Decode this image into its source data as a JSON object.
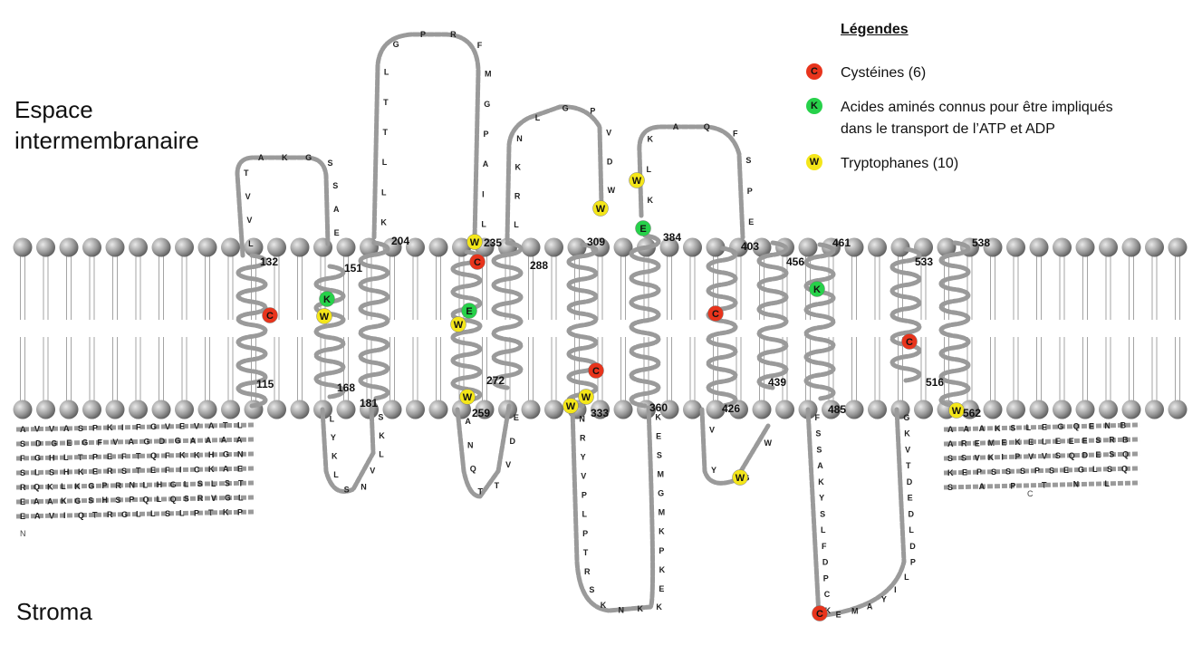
{
  "regions": {
    "top": [
      "Espace",
      "intermembranaire"
    ],
    "bottom": "Stroma"
  },
  "legend": {
    "title": "Légendes",
    "items": [
      {
        "symbol": "C",
        "color": "#e8341c",
        "text": [
          "Cystéines (6)"
        ]
      },
      {
        "symbol": "K",
        "color": "#27d14a",
        "text": [
          "Acides aminés connus pour être impliqués",
          "dans le transport de l’ATP et ADP"
        ]
      },
      {
        "symbol": "W",
        "color": "#f4e61a",
        "text": [
          "Tryptophanes (10)"
        ]
      }
    ]
  },
  "position_labels": [
    "132",
    "115",
    "151",
    "168",
    "181",
    "204",
    "235",
    "259",
    "288",
    "272",
    "309",
    "333",
    "360",
    "384",
    "403",
    "426",
    "456",
    "439",
    "461",
    "485",
    "533",
    "516",
    "538",
    "562"
  ],
  "loop_sequences": {
    "l1": "LVVTAKGSSAE",
    "l2": "KLLTTLGPRFMGPAIL",
    "l3": "LRKNLGPVDW",
    "l4": "KLKAQFSPE",
    "l5": "VYGW",
    "l6": "LYKLSNVLKS",
    "l7": "ANQTTVDE",
    "l8": "NRYVPLPTRSKNKKEKPKMGMSEK",
    "l9": "FSSAKYSLFDPCKEMAYILPDLDEDTVKG"
  },
  "nterm_rows": [
    "AVVASPKIFGVEVATL",
    "SDGEGFVAGDGAAAA",
    "FGHLTPEFTQFKKHGN",
    "SLSHKERSTEFICKAE",
    "RQKLKGPRNLHGLSLST",
    "EAAKGSHSPQLQSRVGL",
    "EAVIQTRGLLSLPTKP"
  ],
  "cterm_rows": [
    "AAAKSLEGQENB",
    "AREMEKELEEESRB",
    "SSVKIPVVSQDESQ",
    "KEPSSSPSEGLSQ",
    "SAPTNL"
  ],
  "terminal_labels": {
    "n": "N",
    "c": "C"
  },
  "colors": {
    "cysteine": "#e8341c",
    "transport_residue": "#27d14a",
    "tryptophan": "#f4e61a",
    "backbone": "#9a9a9a",
    "lipid_head": "#8c8c8c"
  }
}
